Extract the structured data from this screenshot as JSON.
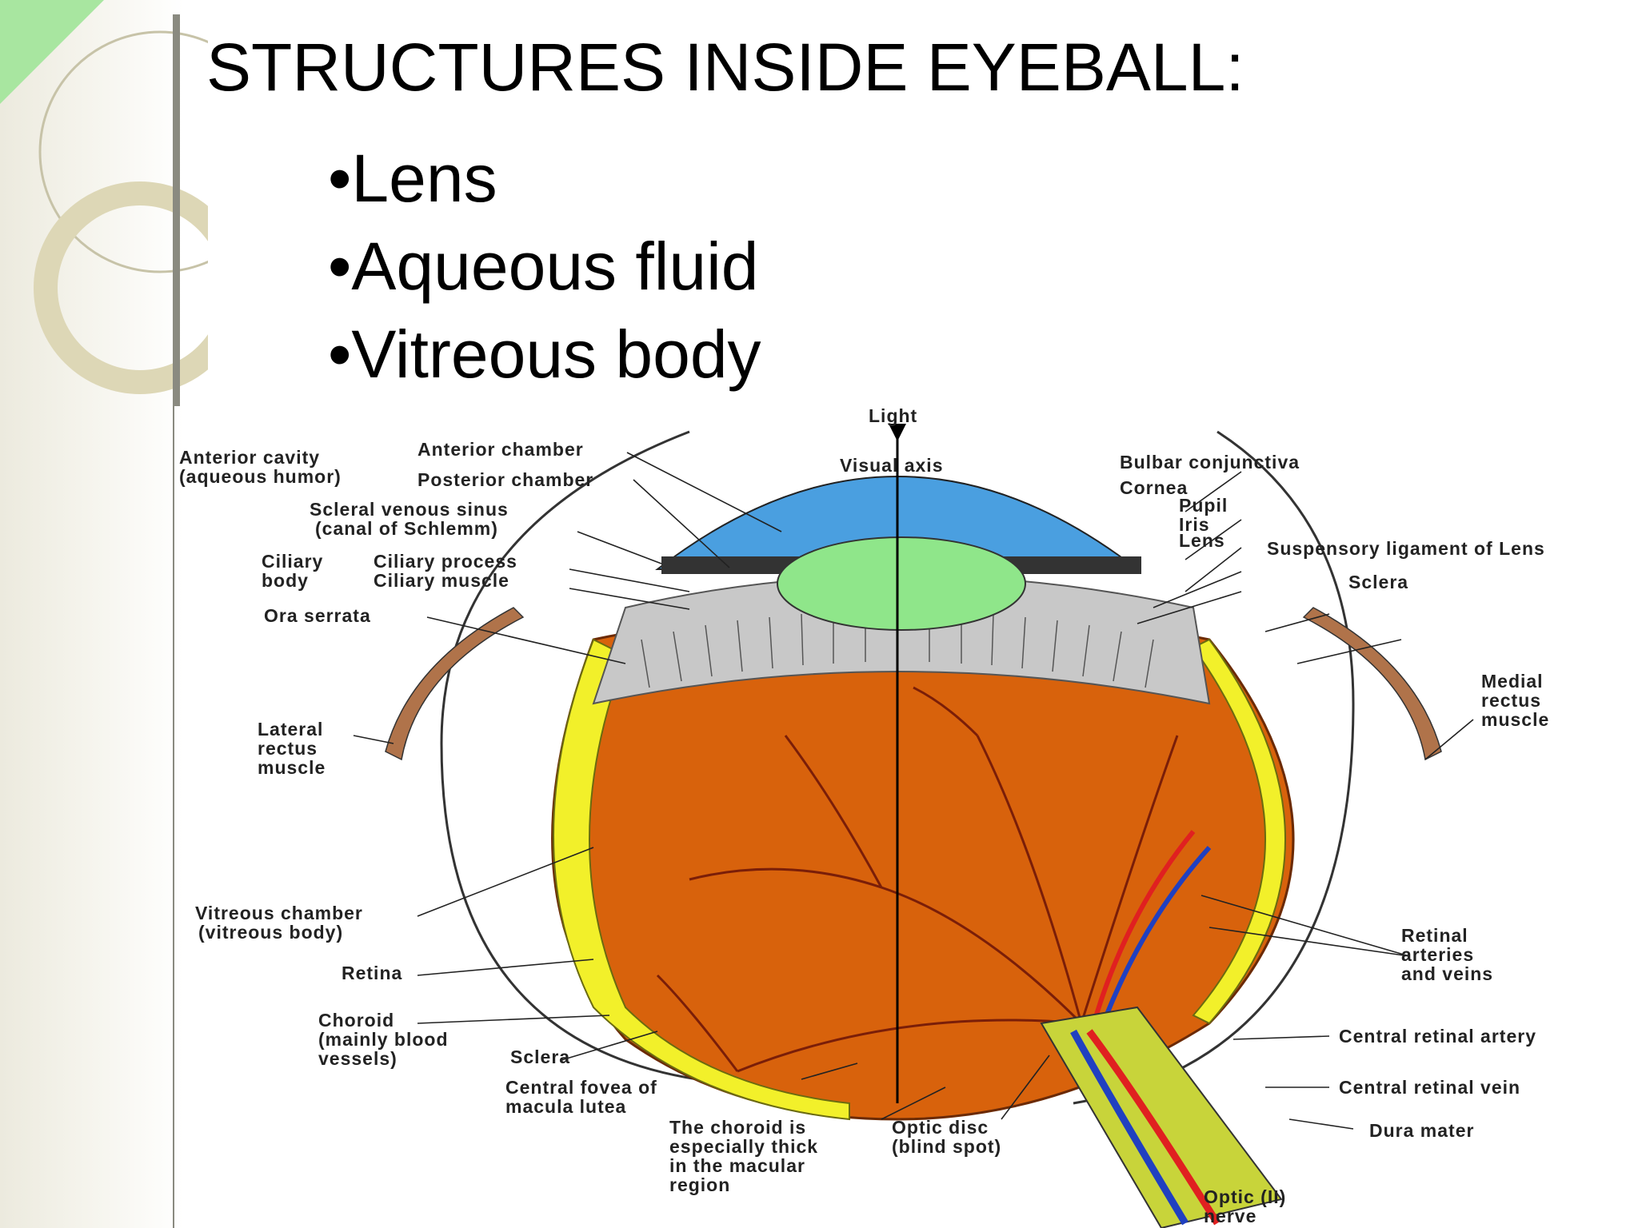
{
  "slide": {
    "title": "STRUCTURES INSIDE EYEBALL:",
    "bullets": [
      "Lens",
      "Aqueous fluid",
      "Vitreous body"
    ]
  },
  "diagram": {
    "colors": {
      "cornea": "#4a9fe0",
      "lens": "#8fe68a",
      "choroid": "#d8620c",
      "vitreous_rim": "#f2f02a",
      "optic_nerve": "#c8d43a",
      "artery": "#e02020",
      "vein": "#2040c0"
    },
    "labels": {
      "light": "Light",
      "visual_axis": "Visual axis",
      "anterior_cavity": "Anterior cavity",
      "aqueous_humor": "(aqueous humor)",
      "anterior_chamber": "Anterior chamber",
      "posterior_chamber": "Posterior chamber",
      "scleral_sinus": "Scleral venous sinus",
      "canal_schlemm": "(canal of Schlemm)",
      "ciliary": "Ciliary",
      "body": "body",
      "ciliary_process": "Ciliary process",
      "ciliary_muscle": "Ciliary muscle",
      "ora_serrata": "Ora serrata",
      "lateral": "Lateral",
      "rectus": "rectus",
      "muscle": "muscle",
      "vitreous_chamber": "Vitreous chamber",
      "vitreous_body": "(vitreous body)",
      "retina": "Retina",
      "choroid": "Choroid",
      "mainly_blood": "(mainly blood",
      "vessels": "vessels)",
      "sclera_bottom": "Sclera",
      "central_fovea": "Central fovea of",
      "macula_lutea": "macula lutea",
      "choroid_note_1": "The choroid is",
      "choroid_note_2": "especially thick",
      "choroid_note_3": "in the macular",
      "choroid_note_4": "region",
      "optic_disc": "Optic disc",
      "blind_spot": "(blind spot)",
      "optic_ii": "Optic (II)",
      "nerve": "nerve",
      "bulbar_conjunctiva": "Bulbar conjunctiva",
      "cornea": "Cornea",
      "pupil": "Pupil",
      "iris": "Iris",
      "lens": "Lens",
      "suspensory": "Suspensory ligament of Lens",
      "sclera_right": "Sclera",
      "medial": "Medial",
      "rectus_r": "rectus",
      "muscle_r": "muscle",
      "retinal": "Retinal",
      "arteries": "arteries",
      "and_veins": "and veins",
      "central_retinal_artery": "Central retinal artery",
      "central_retinal_vein": "Central retinal vein",
      "dura_mater": "Dura mater"
    }
  }
}
